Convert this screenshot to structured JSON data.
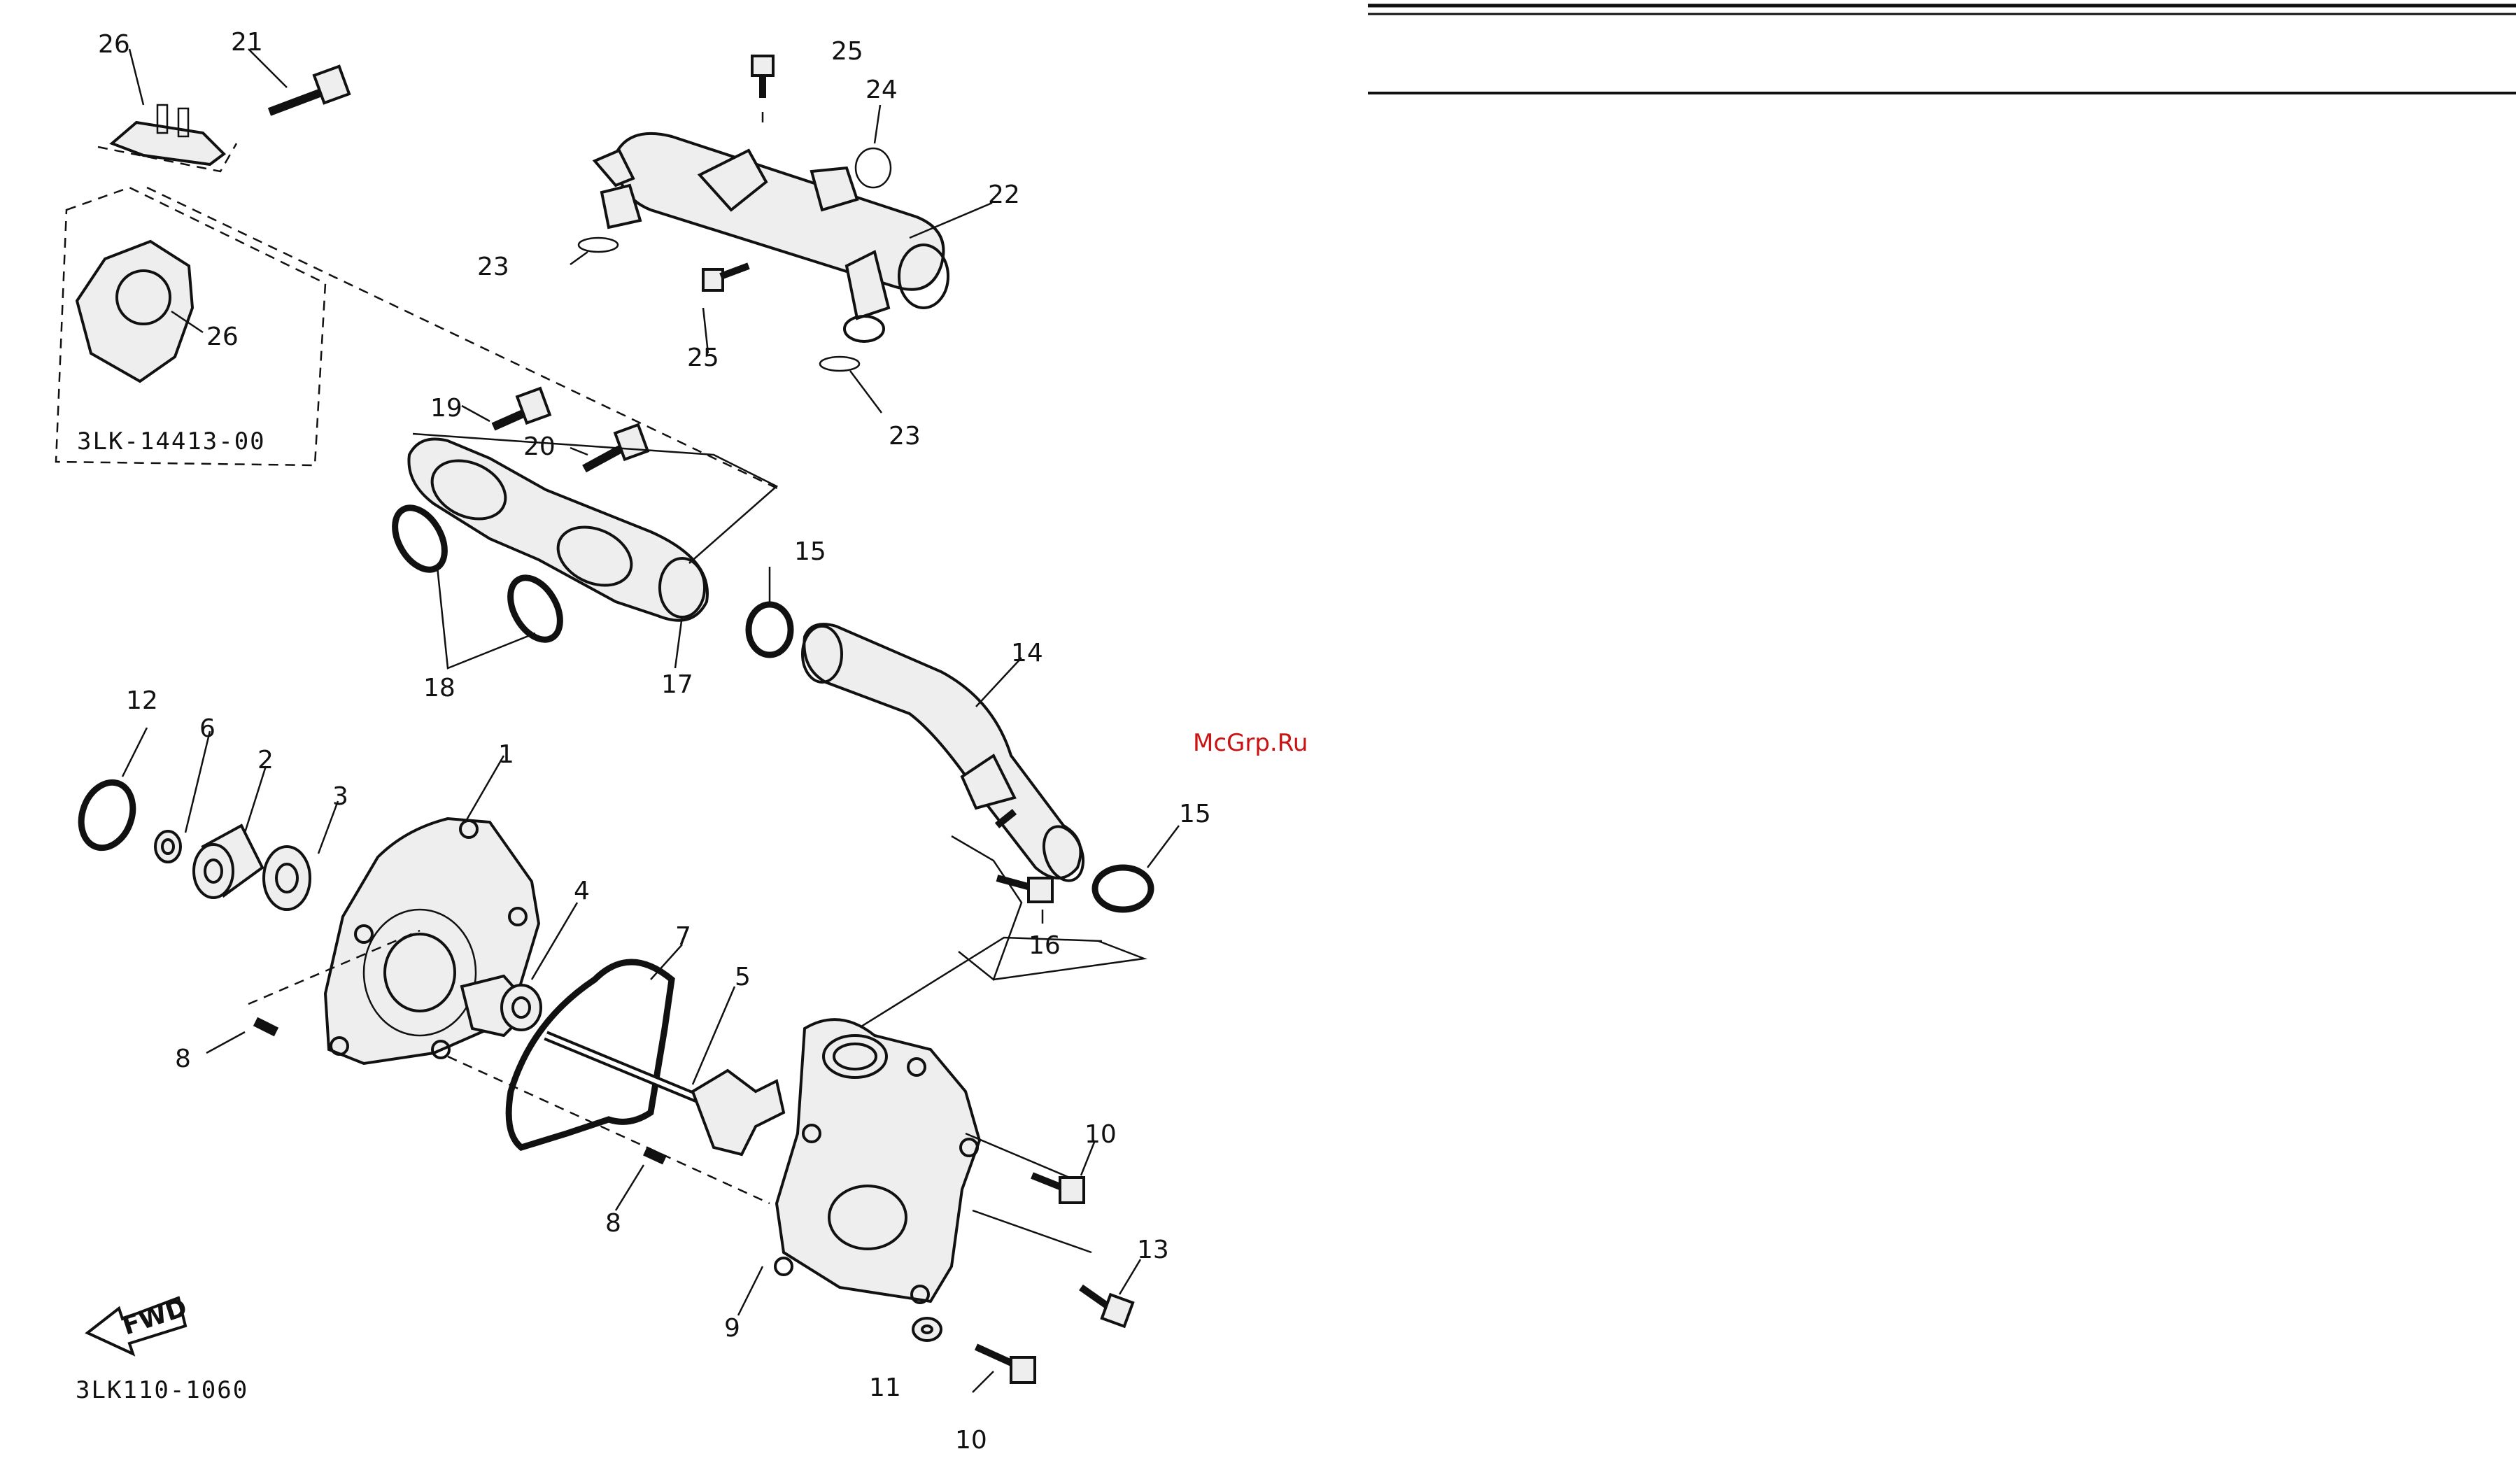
{
  "diagram": {
    "part_numbers": {
      "p1": "1",
      "p2": "2",
      "p3": "3",
      "p4": "4",
      "p5": "5",
      "p6": "6",
      "p7": "7",
      "p8a": "8",
      "p8b": "8",
      "p9": "9",
      "p10a": "10",
      "p10b": "10",
      "p11": "11",
      "p12": "12",
      "p13": "13",
      "p14": "14",
      "p15a": "15",
      "p15b": "15",
      "p16": "16",
      "p17": "17",
      "p18": "18",
      "p19": "19",
      "p20": "20",
      "p21": "21",
      "p22": "22",
      "p23a": "23",
      "p23b": "23",
      "p24": "24",
      "p25a": "25",
      "p25b": "25",
      "p26a": "26",
      "p26b": "26"
    },
    "alt_part_code": "3LK-14413-00",
    "figure_code": "3LK110-1060",
    "fwd_label": "FWD",
    "watermark": "McGrp.Ru"
  }
}
